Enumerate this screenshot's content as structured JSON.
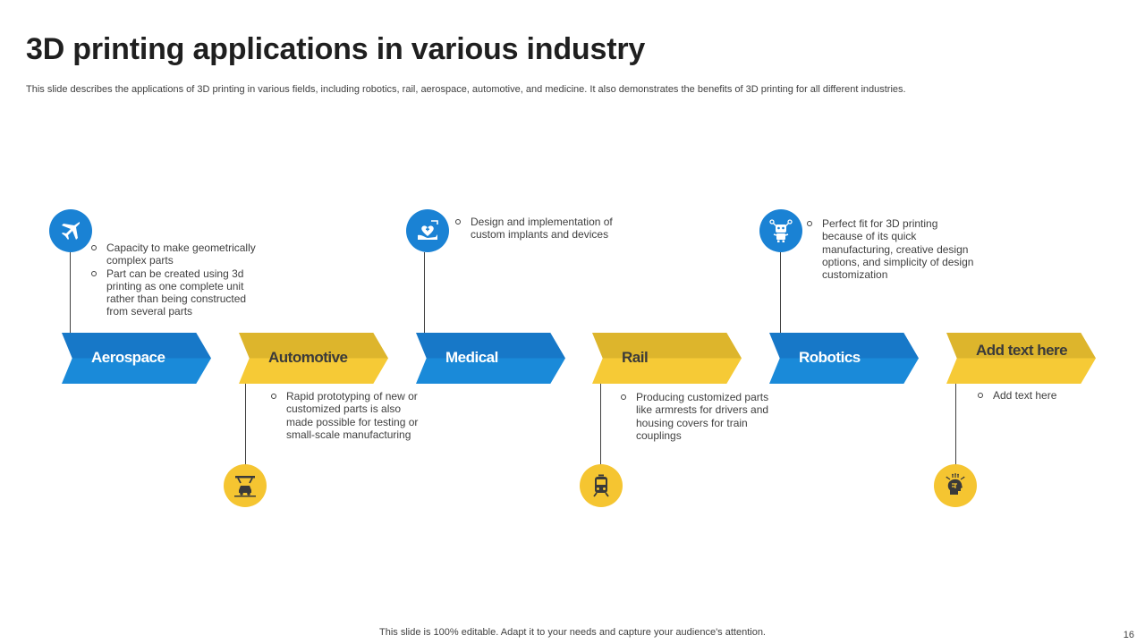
{
  "title": "3D printing applications in various industry",
  "subtitle": "This slide describes the applications of 3D printing in various fields, including robotics, rail, aerospace, automotive, and medicine. It also demonstrates the benefits of 3D printing for all different industries.",
  "colors": {
    "blue": "#1a82d4",
    "yellow": "#f5c531"
  },
  "industries": [
    {
      "label": "Aerospace",
      "icon": "airplane-icon",
      "bullets": [
        "Capacity to make geometrically complex parts",
        "Part can be created using 3d printing as one complete unit rather than being constructed from several parts"
      ]
    },
    {
      "label": "Automotive",
      "icon": "car-assembly-icon",
      "bullets": [
        "Rapid prototyping of new or customized parts is also made possible for testing or small-scale manufacturing"
      ]
    },
    {
      "label": "Medical",
      "icon": "heart-hand-icon",
      "bullets": [
        "Design and implementation of custom implants and devices"
      ]
    },
    {
      "label": "Rail",
      "icon": "train-icon",
      "bullets": [
        "Producing customized parts like armrests for drivers and housing covers for train couplings"
      ]
    },
    {
      "label": "Robotics",
      "icon": "robot-icon",
      "bullets": [
        "Perfect fit for 3D printing because of its quick manufacturing, creative design options, and simplicity of design customization"
      ]
    },
    {
      "label": "Add text here",
      "icon": "head-circuit-icon",
      "bullets": [
        "Add text here"
      ]
    }
  ],
  "footer": "This slide is 100% editable. Adapt it to your needs and capture your audience's attention.",
  "page_number": "16"
}
